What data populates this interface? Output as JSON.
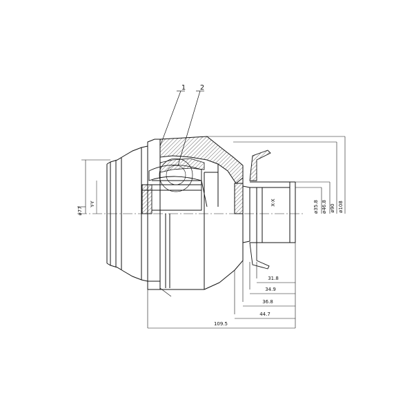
{
  "drawing": {
    "callouts": [
      "1",
      "2"
    ],
    "section_labels": {
      "y": "Y-Y",
      "x": "X-X"
    },
    "diameters": {
      "d77": "ø77",
      "d35_8": "ø35.8",
      "d46_8": "ø46.8",
      "d90": "ø90",
      "d108": "ø108"
    },
    "lengths": {
      "l31_8": "31.8",
      "l34_9": "34.9",
      "l36_8": "36.8",
      "l44_7": "44.7",
      "l109_5": "109.5"
    }
  }
}
